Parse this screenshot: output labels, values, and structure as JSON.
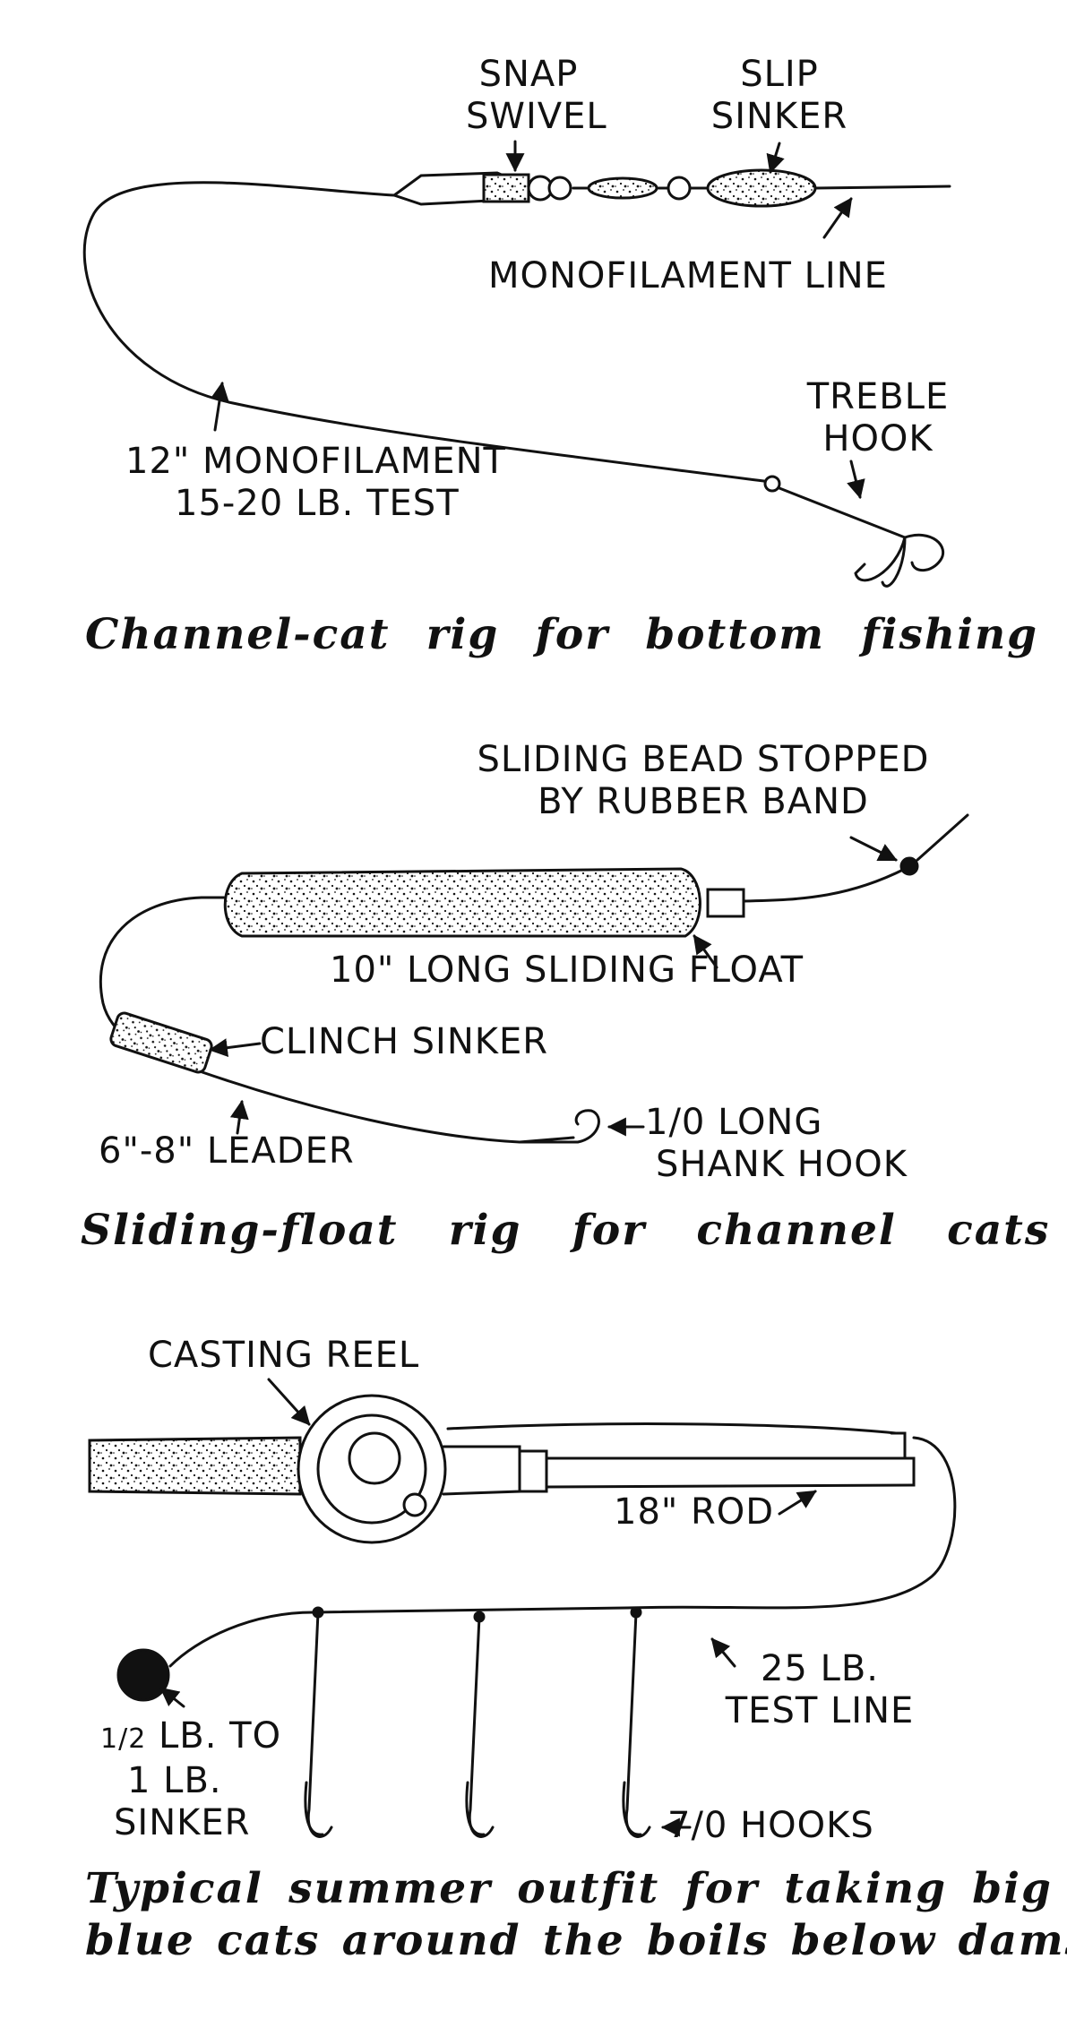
{
  "rig1": {
    "snap_swivel": [
      "SNAP",
      "SWIVEL"
    ],
    "slip_sinker": [
      "SLIP",
      "SINKER"
    ],
    "mono_line": "MONOFILAMENT LINE",
    "treble_hook": [
      "TREBLE",
      "HOOK"
    ],
    "leader": [
      "12\" MONOFILAMENT",
      "15-20 LB. TEST"
    ],
    "caption": "Channel-cat rig for bottom fishing"
  },
  "rig2": {
    "bead": [
      "SLIDING BEAD STOPPED",
      "BY RUBBER BAND"
    ],
    "float": "10\" LONG SLIDING FLOAT",
    "clinch": "CLINCH SINKER",
    "leader": "6\"-8\" LEADER",
    "hook": [
      "1/0 LONG",
      "SHANK HOOK"
    ],
    "caption": "Sliding-float rig for channel cats"
  },
  "rig3": {
    "reel": "CASTING REEL",
    "rod": "18\" ROD",
    "line": [
      "25 LB.",
      "TEST LINE"
    ],
    "sinker_frac": "1/2",
    "sinker": [
      "LB. TO",
      "1 LB.",
      "SINKER"
    ],
    "hooks": "7/0 HOOKS",
    "caption": [
      "Typical summer outfit for taking big",
      "blue cats around the boils below dams"
    ]
  },
  "colors": {
    "ink": "#111111",
    "paper": "#ffffff"
  }
}
